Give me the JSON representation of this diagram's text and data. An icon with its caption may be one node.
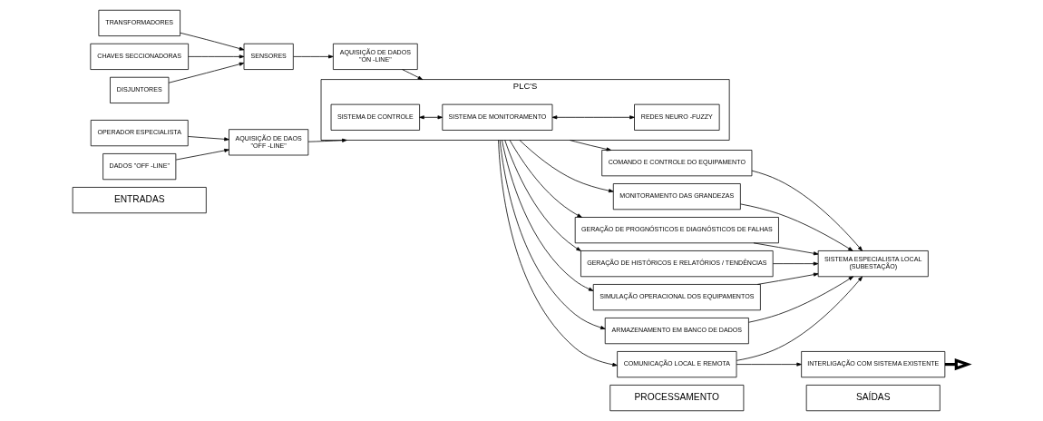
{
  "diagram": {
    "nodes": [
      {
        "text": [
          "ENTRADAS"
        ]
      },
      {
        "text": [
          "PROCESSAMENTO"
        ]
      },
      {
        "text": [
          "SAÍDAS"
        ]
      },
      {
        "text": [
          "TRANSFORMADORES"
        ]
      },
      {
        "text": [
          "CHAVES SECCIONADORAS"
        ]
      },
      {
        "text": [
          "DISJUNTORES"
        ]
      },
      {
        "text": [
          "OPERADOR ESPECIALISTA"
        ]
      },
      {
        "text": [
          "DADOS \"OFF -LINE\""
        ]
      },
      {
        "text": [
          "SENSORES"
        ]
      },
      {
        "text": [
          "AQUISIÇÃO DE DADOS",
          "\"ON -LINE\""
        ]
      },
      {
        "text": [
          "AQUISIÇÃO DE DAOS",
          "\"OFF -LINE\""
        ]
      },
      {
        "text": [
          "PLC'S"
        ]
      },
      {
        "text": [
          "SISTEMA DE CONTROLE"
        ],
        "in": 11
      },
      {
        "text": [
          "SISTEMA DE MONITORAMENTO"
        ],
        "in": 11
      },
      {
        "text": [
          "REDES NEURO -FUZZY"
        ],
        "in": 11
      },
      {
        "text": [
          "COMANDO E CONTROLE DO EQUIPAMENTO"
        ]
      },
      {
        "text": [
          "MONITORAMENTO DAS GRANDEZAS"
        ]
      },
      {
        "text": [
          "GERAÇÃO DE PROGNÓSTICOS E DIAGNÓSTICOS DE FALHAS"
        ]
      },
      {
        "text": [
          "GERAÇÃO DE HISTÓRICOS E RELATÓRIOS / TENDÊNCIAS"
        ]
      },
      {
        "text": [
          "SIMULAÇÃO OPERACIONAL DOS EQUIPAMENTOS"
        ]
      },
      {
        "text": [
          "ARMAZENAMENTO EM BANCO DE DADOS"
        ]
      },
      {
        "text": [
          "COMUNICAÇÃO LOCAL E REMOTA"
        ]
      },
      {
        "text": [
          "SISTEMA ESPECIALISTA LOCAL",
          "(SUBESTAÇÃO)"
        ]
      },
      {
        "text": [
          "INTERLIGAÇÃO COM SISTEMA EXISTENTE"
        ]
      }
    ],
    "edges": [
      {
        "from": 3,
        "to": 8,
        "arrow": "to"
      },
      {
        "from": 4,
        "to": 8,
        "arrow": "to"
      },
      {
        "from": 5,
        "to": 8,
        "arrow": "to"
      },
      {
        "from": 8,
        "to": 9,
        "arrow": "to"
      },
      {
        "from": 9,
        "to": 11,
        "arrow": "to"
      },
      {
        "from": 6,
        "to": 10,
        "arrow": "to"
      },
      {
        "from": 7,
        "to": 10,
        "arrow": "to"
      },
      {
        "from": 10,
        "to": 11,
        "arrow": "to"
      },
      {
        "from": 12,
        "to": 13,
        "arrow": "both"
      },
      {
        "from": 13,
        "to": 14,
        "arrow": "both"
      },
      {
        "from": 11,
        "to": 15,
        "arrow": "to"
      },
      {
        "from": 11,
        "to": 16,
        "arrow": "to"
      },
      {
        "from": 11,
        "to": 17,
        "arrow": "to"
      },
      {
        "from": 11,
        "to": 18,
        "arrow": "to"
      },
      {
        "from": 11,
        "to": 19,
        "arrow": "to"
      },
      {
        "from": 11,
        "to": 20,
        "arrow": "to"
      },
      {
        "from": 11,
        "to": 21,
        "arrow": "to"
      },
      {
        "from": 15,
        "to": 22,
        "arrow": "to"
      },
      {
        "from": 16,
        "to": 22,
        "arrow": "to"
      },
      {
        "from": 17,
        "to": 22,
        "arrow": "to"
      },
      {
        "from": 18,
        "to": 22,
        "arrow": "to"
      },
      {
        "from": 19,
        "to": 22,
        "arrow": "to"
      },
      {
        "from": 20,
        "to": 22,
        "arrow": "to"
      },
      {
        "from": 21,
        "to": 22,
        "arrow": "to"
      },
      {
        "from": 21,
        "to": 23,
        "arrow": "to"
      },
      {
        "from": 23,
        "to": null,
        "arrow": "to",
        "style": "thick"
      }
    ]
  }
}
